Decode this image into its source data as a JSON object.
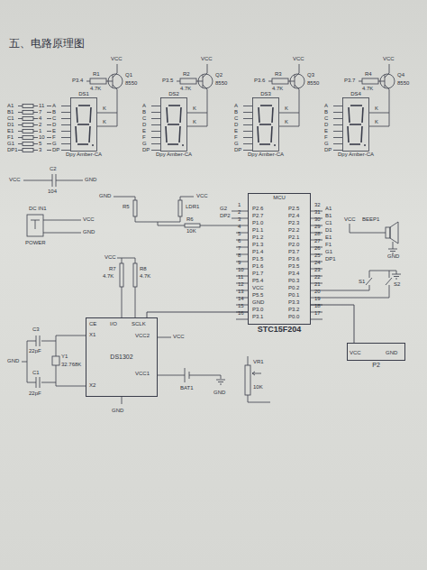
{
  "diagram": {
    "title": "五、电路原理图",
    "nodes": [
      {
        "text": [
          "DS1",
          "Dpy Amber-CA"
        ]
      },
      {
        "text": [
          "DS2",
          "Dpy Amber-CA"
        ]
      },
      {
        "text": [
          "DS3",
          "Dpy Amber-CA"
        ]
      },
      {
        "text": [
          "DS4",
          "Dpy Amber-CA"
        ]
      },
      {
        "text": [
          "MCU",
          "STC15F204"
        ]
      },
      {
        "text": [
          "DS1302"
        ]
      },
      {
        "text": [
          "P2"
        ]
      }
    ],
    "edges": [
      {
        "from": 5,
        "to": 4,
        "arrow": "none"
      },
      {
        "from": 4,
        "to": 6,
        "arrow": "none"
      }
    ],
    "labels": [
      "P3.4",
      "R1",
      "4.7K",
      "Q1",
      "8550",
      "VCC",
      "K",
      "K",
      "P3.5",
      "R2",
      "4.7K",
      "Q2",
      "8550",
      "VCC",
      "K",
      "K",
      "P3.6",
      "R3",
      "4.7K",
      "Q3",
      "8550",
      "VCC",
      "K",
      "K",
      "P3.7",
      "R4",
      "4.7K",
      "Q4",
      "8550",
      "VCC",
      "K",
      "K",
      "A",
      "B",
      "C",
      "D",
      "E",
      "F",
      "G",
      "DP",
      "A",
      "B",
      "C",
      "D",
      "E",
      "F",
      "G",
      "DP",
      "A",
      "B",
      "C",
      "D",
      "E",
      "F",
      "G",
      "DP",
      "A",
      "B",
      "C",
      "D",
      "E",
      "F",
      "G",
      "DP",
      "A1",
      "B1",
      "C1",
      "D1",
      "E1",
      "F1",
      "G1",
      "DP1",
      "11",
      "7",
      "4",
      "2",
      "1",
      "10",
      "5",
      "3",
      "VCC",
      "C2",
      "104",
      "GND",
      "DC IN1",
      "VCC",
      "GND",
      "POWER",
      "GND",
      "R5",
      "LDR1",
      "R6",
      "10K",
      "VCC",
      "VCC",
      "R7",
      "4.7K",
      "R8",
      "4.7K",
      "P2.6",
      "P2.7",
      "P1.0",
      "P1.1",
      "P1.2",
      "P1.3",
      "P1.4",
      "P1.5",
      "P1.6",
      "P1.7",
      "P5.4",
      "VCC",
      "P5.5",
      "GND",
      "P3.0",
      "P3.1",
      "1",
      "2",
      "3",
      "4",
      "5",
      "6",
      "7",
      "8",
      "9",
      "10",
      "11",
      "12",
      "13",
      "14",
      "15",
      "16",
      "P2.5",
      "P2.4",
      "P2.3",
      "P2.2",
      "P2.1",
      "P2.0",
      "P3.7",
      "P3.6",
      "P3.5",
      "P3.4",
      "P0.3",
      "P0.2",
      "P0.1",
      "P3.3",
      "P3.2",
      "P0.0",
      "32",
      "31",
      "30",
      "29",
      "28",
      "27",
      "26",
      "25",
      "24",
      "23",
      "22",
      "21",
      "20",
      "19",
      "18",
      "17",
      "G2",
      "DP2",
      "A1",
      "B1",
      "C1",
      "D1",
      "E1",
      "F1",
      "G1",
      "DP1",
      "VCC",
      "BEEP1",
      "GND",
      "S1",
      "S2",
      "CE",
      "I/O",
      "SCLK",
      "X1",
      "X2",
      "VCC2",
      "VCC1",
      "GND",
      "VCC",
      "GND",
      "C3",
      "22pF",
      "Y1",
      "32.768K",
      "C1",
      "22pF",
      "BAT1",
      "GND",
      "VR1",
      "10K",
      "VCC",
      "GND"
    ]
  }
}
